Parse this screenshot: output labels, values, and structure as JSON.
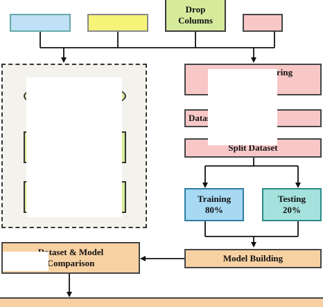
{
  "nodes": {
    "drop_columns": "Drop\nColumns",
    "feature_engineering": "Feature Engineering",
    "dataset_label": "Dataset",
    "split_dataset": "Split Dataset",
    "training": "Training\n80%",
    "testing": "Testing\n20%",
    "model_building": "Model Building",
    "comparison": "Dataset & Model\nComparison"
  },
  "colors": {
    "green": "#d6ea9c",
    "pink": "#f8c8c8",
    "blue": "#a7d9f3",
    "teal": "#a5e1dd",
    "orange": "#f8d1a3",
    "yellow": "#f6f478",
    "panel": "#f4f2ec"
  }
}
